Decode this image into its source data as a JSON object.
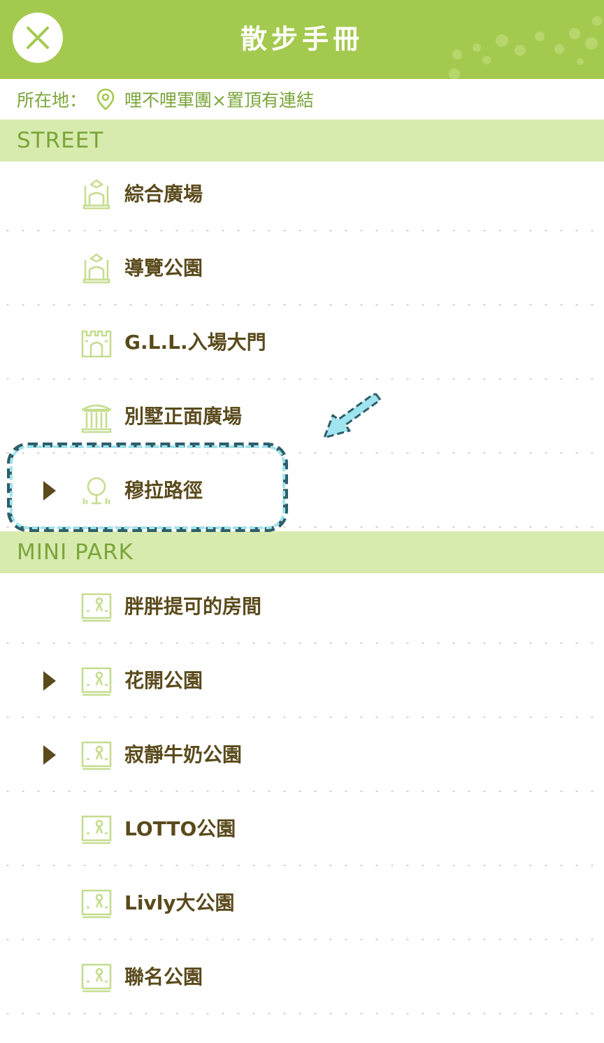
{
  "header": {
    "title": "散步手冊",
    "close_icon": "close-icon",
    "background_color": "#a4c94f"
  },
  "location": {
    "label": "所在地：",
    "icon": "map-pin-icon",
    "value": "哩不哩軍團×置頂有連結"
  },
  "sections": [
    {
      "title": "STREET",
      "items": [
        {
          "label": "綜合廣場",
          "icon": "plaza-icon",
          "has_arrow": false
        },
        {
          "label": "導覽公園",
          "icon": "plaza-icon",
          "has_arrow": false
        },
        {
          "label": "G.L.L.入場大門",
          "icon": "castle-gate-icon",
          "has_arrow": false
        },
        {
          "label": "別墅正面廣場",
          "icon": "villa-icon",
          "has_arrow": false
        },
        {
          "label": "穆拉路徑",
          "icon": "tree-icon",
          "has_arrow": true
        }
      ]
    },
    {
      "title": "MINI PARK",
      "items": [
        {
          "label": "胖胖提可的房間",
          "icon": "park-board-icon",
          "has_arrow": false
        },
        {
          "label": "花開公園",
          "icon": "park-board-icon",
          "has_arrow": true
        },
        {
          "label": "寂靜牛奶公園",
          "icon": "park-board-icon",
          "has_arrow": true
        },
        {
          "label": "LOTTO公園",
          "icon": "park-board-icon",
          "has_arrow": false
        },
        {
          "label": "Livly大公園",
          "icon": "park-board-icon",
          "has_arrow": false
        },
        {
          "label": "聯名公園",
          "icon": "park-board-icon",
          "has_arrow": false
        }
      ]
    }
  ],
  "colors": {
    "accent": "#a4c94f",
    "section_bg": "#d8ebae",
    "section_text": "#7aa53a",
    "item_text": "#5a4a1c",
    "icon": "#c5dd8f",
    "highlight": "#9fe4ee"
  }
}
